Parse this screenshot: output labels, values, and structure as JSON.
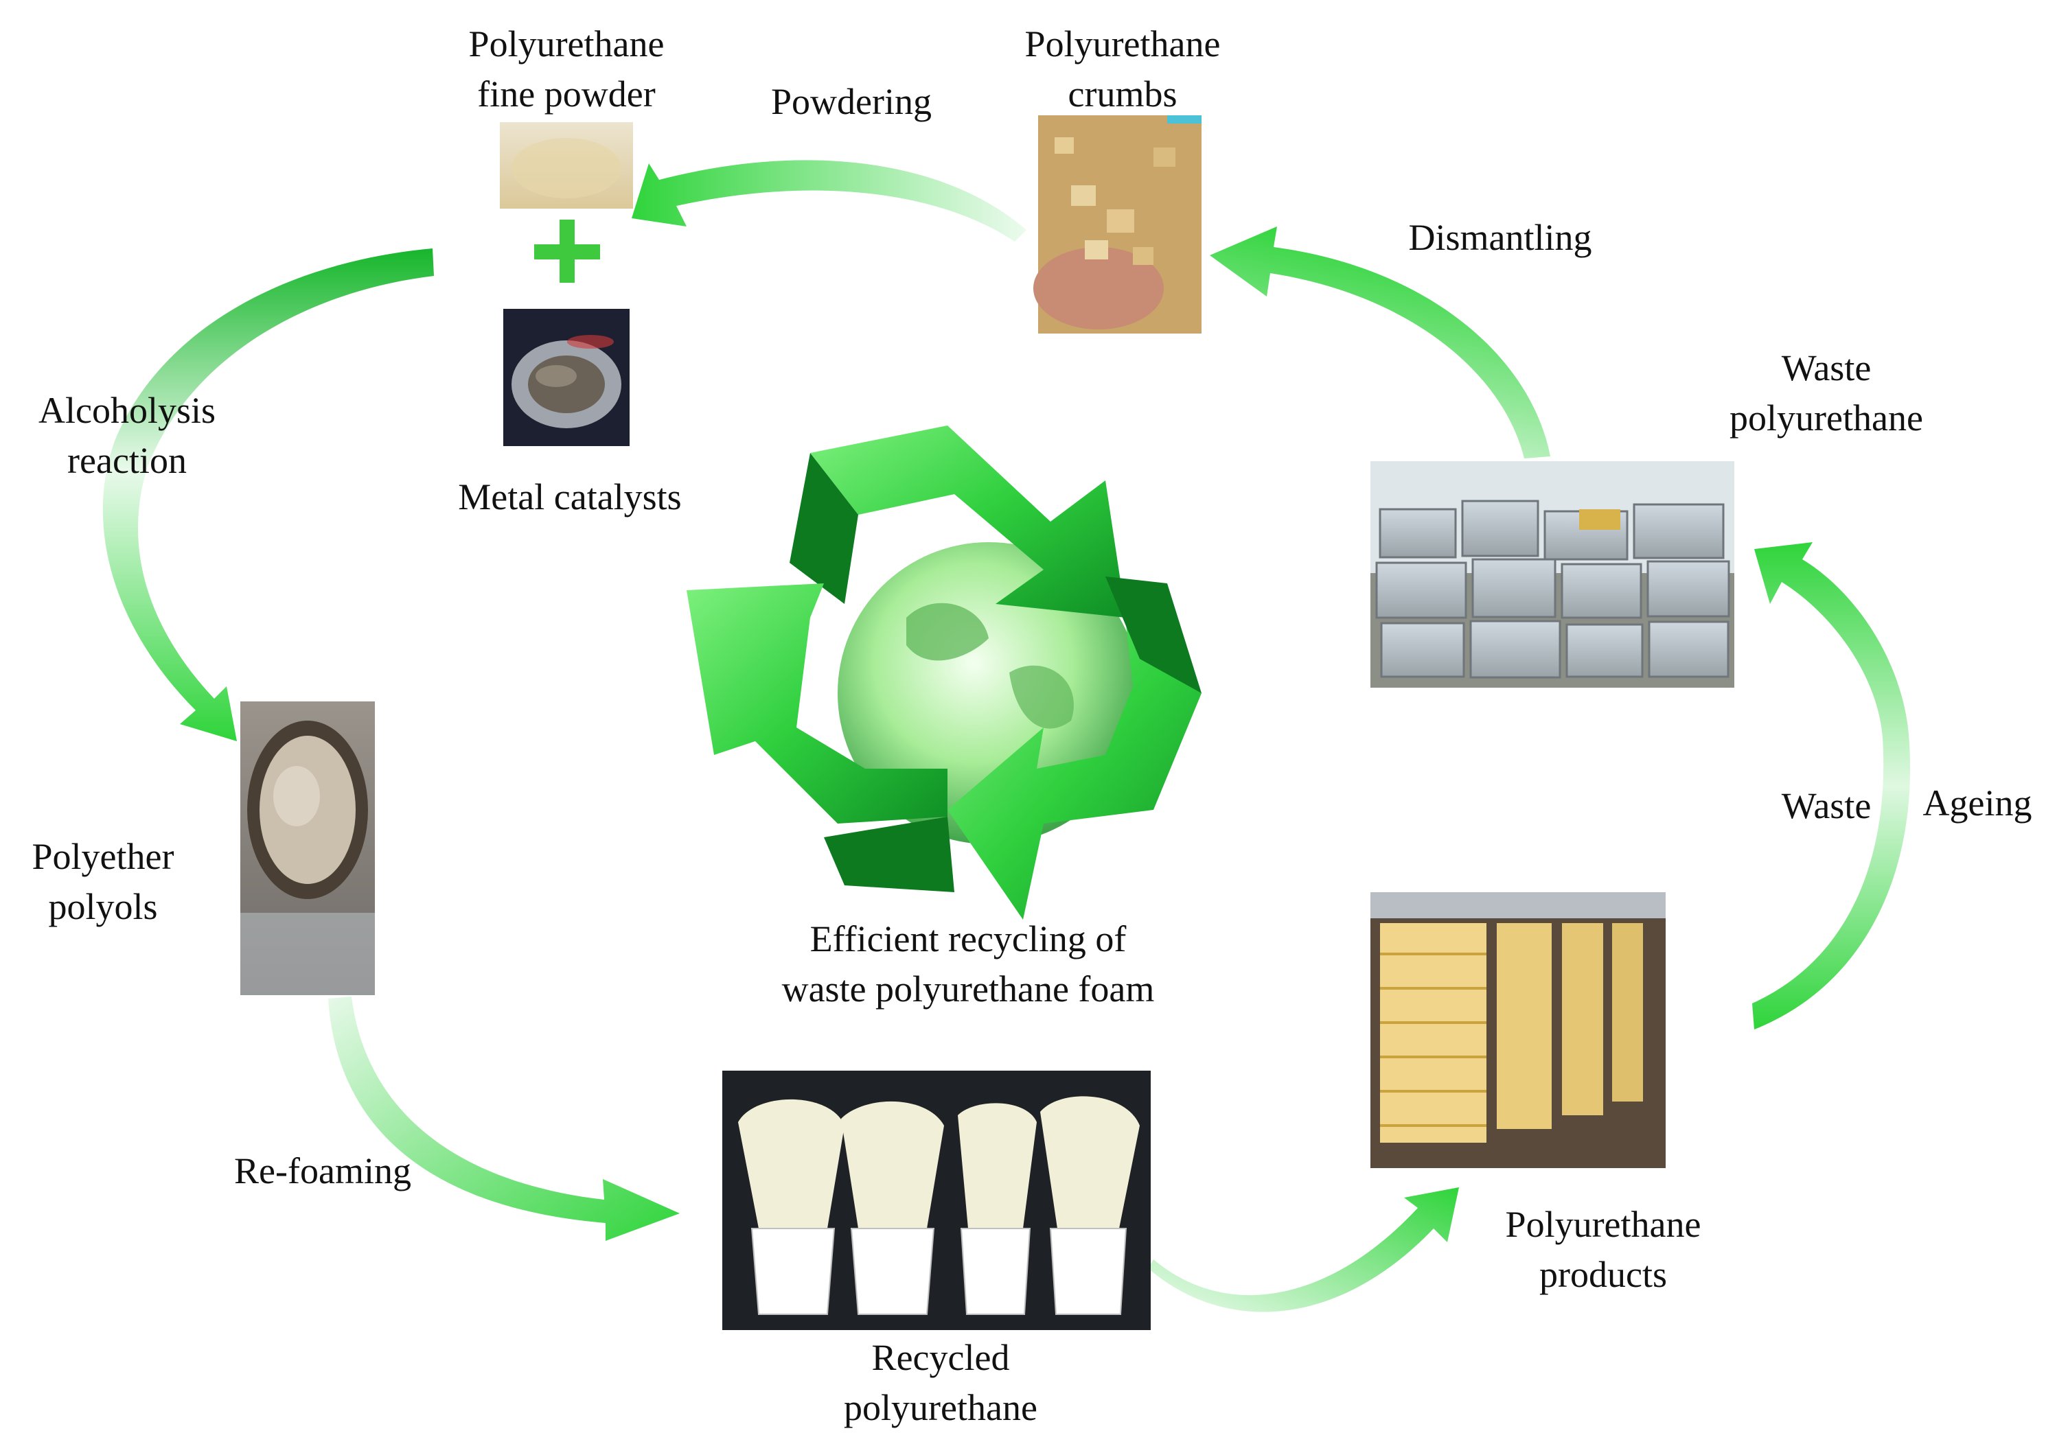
{
  "colors": {
    "arrow_bright": "#2fd43b",
    "arrow_pale": "#d9f7dc",
    "symbol_green": "#3ed24a",
    "symbol_dark": "#0d7a1f",
    "globe": "#b9f0a8"
  },
  "center": {
    "caption_line1": "Efficient recycling of",
    "caption_line2": "waste polyurethane foam",
    "symbol_icon": "recycle-globe-icon"
  },
  "nodes": {
    "fine_powder": {
      "line1": "Polyurethane",
      "line2": "fine powder"
    },
    "crumbs": {
      "line1": "Polyurethane",
      "line2": "crumbs"
    },
    "metal_catalysts": {
      "label": "Metal catalysts"
    },
    "waste_pu": {
      "line1": "Waste",
      "line2": "polyurethane"
    },
    "polyether_polyols": {
      "line1": "Polyether",
      "line2": "polyols"
    },
    "recycled_pu": {
      "line1": "Recycled",
      "line2": "polyurethane"
    },
    "pu_products": {
      "line1": "Polyurethane",
      "line2": "products"
    }
  },
  "steps": {
    "powdering": "Powdering",
    "dismantling": "Dismantling",
    "alcoholysis_line1": "Alcoholysis",
    "alcoholysis_line2": "reaction",
    "refoaming": "Re-foaming",
    "waste": "Waste",
    "ageing": "Ageing"
  },
  "icons": {
    "plus": "plus-icon"
  }
}
